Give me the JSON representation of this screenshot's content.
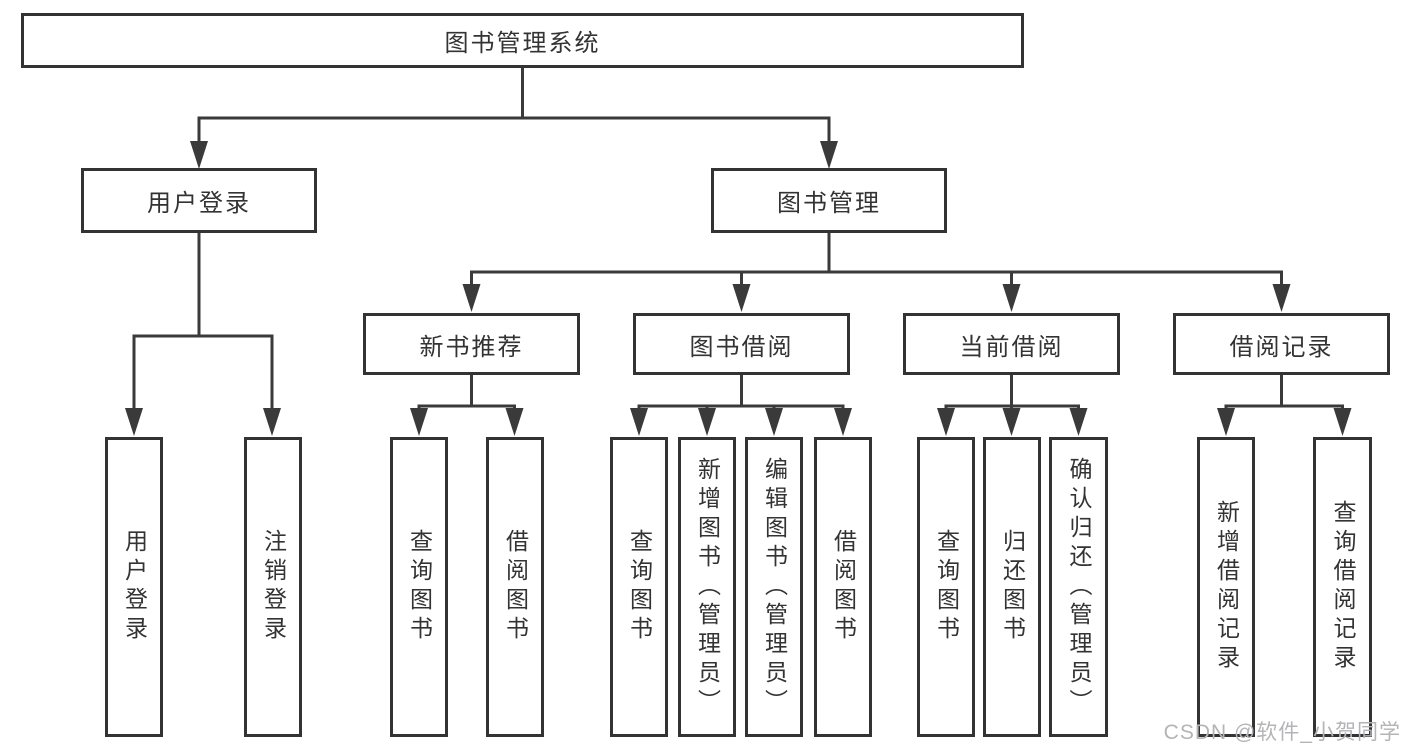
{
  "tree": {
    "root": "图书管理系统",
    "level2": {
      "user_login": "用户登录",
      "book_mgmt": "图书管理"
    },
    "level3": {
      "new_book": "新书推荐",
      "book_borrow": "图书借阅",
      "current_borrow": "当前借阅",
      "borrow_record": "借阅记录"
    },
    "leaves": [
      "用户登录",
      "注销登录",
      "查询图书",
      "借阅图书",
      "查询图书",
      "新增图书（管理员）",
      "编辑图书（管理员）",
      "借阅图书",
      "查询图书",
      "归还图书",
      "确认归还（管理员）",
      "新增借阅记录",
      "查询借阅记录"
    ]
  },
  "watermark": "CSDN @软件_小贺同学",
  "colors": {
    "line": "#3a3a3a",
    "box_border": "#333333",
    "text": "#333333",
    "watermark": "#b4b4b7",
    "background": "#ffffff"
  }
}
